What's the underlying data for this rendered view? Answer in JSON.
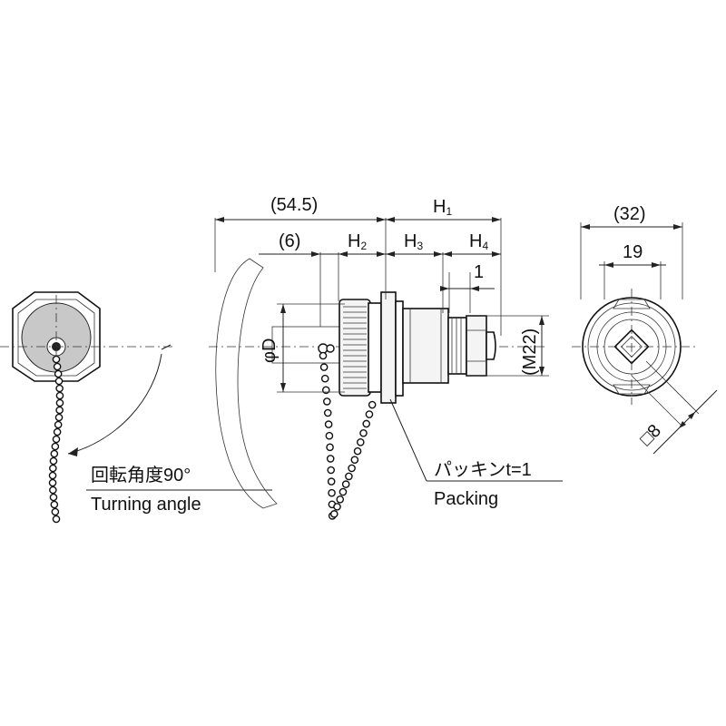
{
  "dimensions": {
    "overall": "(54.5)",
    "h1": "H",
    "h1_sub": "1",
    "six": "(6)",
    "h2": "H",
    "h2_sub": "2",
    "h3": "H",
    "h3_sub": "3",
    "h4": "H",
    "h4_sub": "4",
    "one": "1",
    "phi_d": "φD",
    "m22": "(M22)",
    "width_32": "(32)",
    "width_19": "19",
    "square_8": "□8"
  },
  "labels": {
    "turning_angle_jp": "回転角度90°",
    "turning_angle_en": "Turning angle",
    "packing_jp": "パッキンt=1",
    "packing_en": "Packing"
  }
}
